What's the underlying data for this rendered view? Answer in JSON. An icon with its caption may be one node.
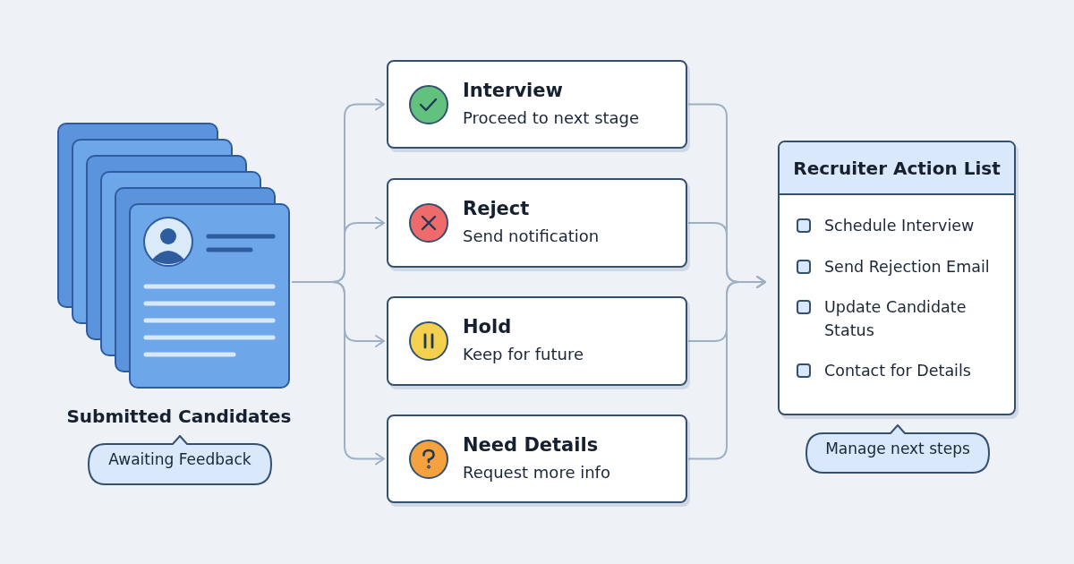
{
  "diagram": {
    "nodes": [
      {
        "text": [
          "Submitted Candidates"
        ]
      },
      {
        "text": [
          "Awaiting Feedback"
        ]
      },
      {
        "text": [
          "Interview",
          "Proceed to next stage"
        ]
      },
      {
        "text": [
          "Reject",
          "Send notification"
        ]
      },
      {
        "text": [
          "Hold",
          "Keep for future"
        ]
      },
      {
        "text": [
          "Need Details",
          "Request more info"
        ]
      },
      {
        "text": [
          "Recruiter Action List",
          "Schedule Interview",
          "Send Rejection Email",
          "Update Candidate Status",
          "Contact for Details"
        ]
      },
      {
        "text": [
          "Manage next steps"
        ]
      }
    ],
    "edges": [
      {
        "from": 0,
        "to": 2,
        "arrow": "to"
      },
      {
        "from": 0,
        "to": 3,
        "arrow": "to"
      },
      {
        "from": 0,
        "to": 4,
        "arrow": "to"
      },
      {
        "from": 0,
        "to": 5,
        "arrow": "to"
      },
      {
        "from": 2,
        "to": 6,
        "arrow": "to"
      },
      {
        "from": 3,
        "to": 6,
        "arrow": "to"
      },
      {
        "from": 4,
        "to": 6,
        "arrow": "to"
      },
      {
        "from": 5,
        "to": 6,
        "arrow": "to"
      }
    ]
  }
}
